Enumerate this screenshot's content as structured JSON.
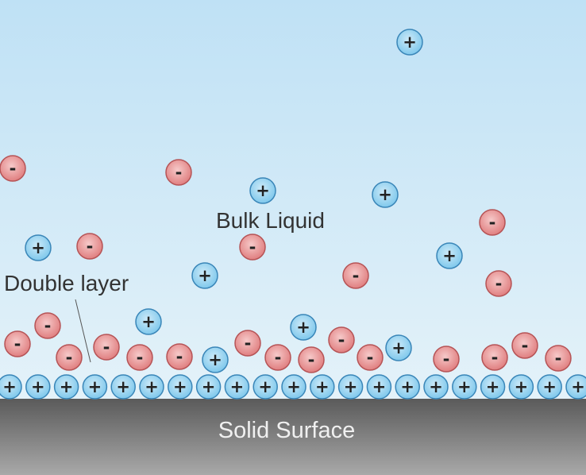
{
  "labels": {
    "bulk_liquid": "Bulk Liquid",
    "double_layer": "Double layer",
    "solid_surface": "Solid Surface"
  },
  "ion_signs": {
    "positive": "+",
    "negative": "-"
  },
  "colors": {
    "liquid_top": "#bfe1f5",
    "liquid_bottom": "#e4f2f9",
    "positive_ion": "#7fc8ec",
    "positive_ion_edge": "#3a86b8",
    "negative_ion": "#e28586",
    "negative_ion_edge": "#b65456",
    "surface_top": "#5a5a5a",
    "surface_bottom": "#a6a6a6",
    "text": "#333333",
    "surface_text": "#f0f0f0"
  }
}
